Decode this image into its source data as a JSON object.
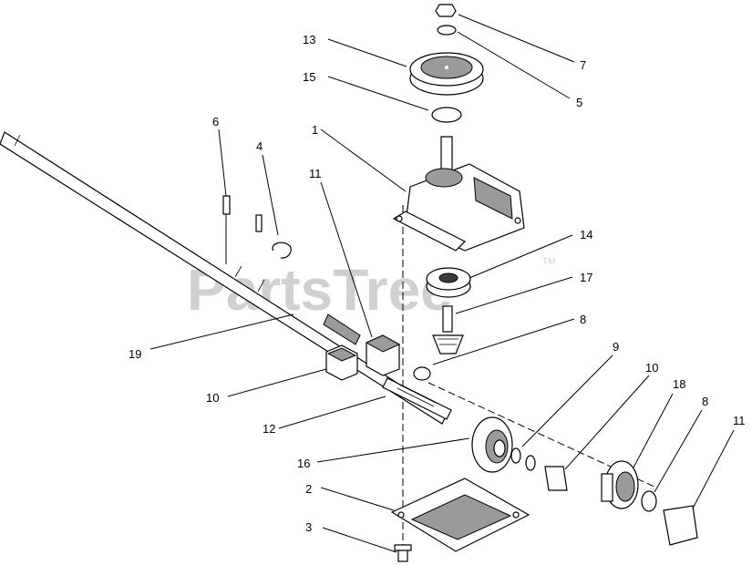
{
  "watermark": {
    "text": "PartsTree",
    "trademark": "TM"
  },
  "callouts": [
    "1",
    "2",
    "3",
    "4",
    "5",
    "6",
    "7",
    "8",
    "8",
    "9",
    "10",
    "10",
    "11",
    "11",
    "12",
    "13",
    "14",
    "15",
    "16",
    "17",
    "18",
    "19"
  ]
}
